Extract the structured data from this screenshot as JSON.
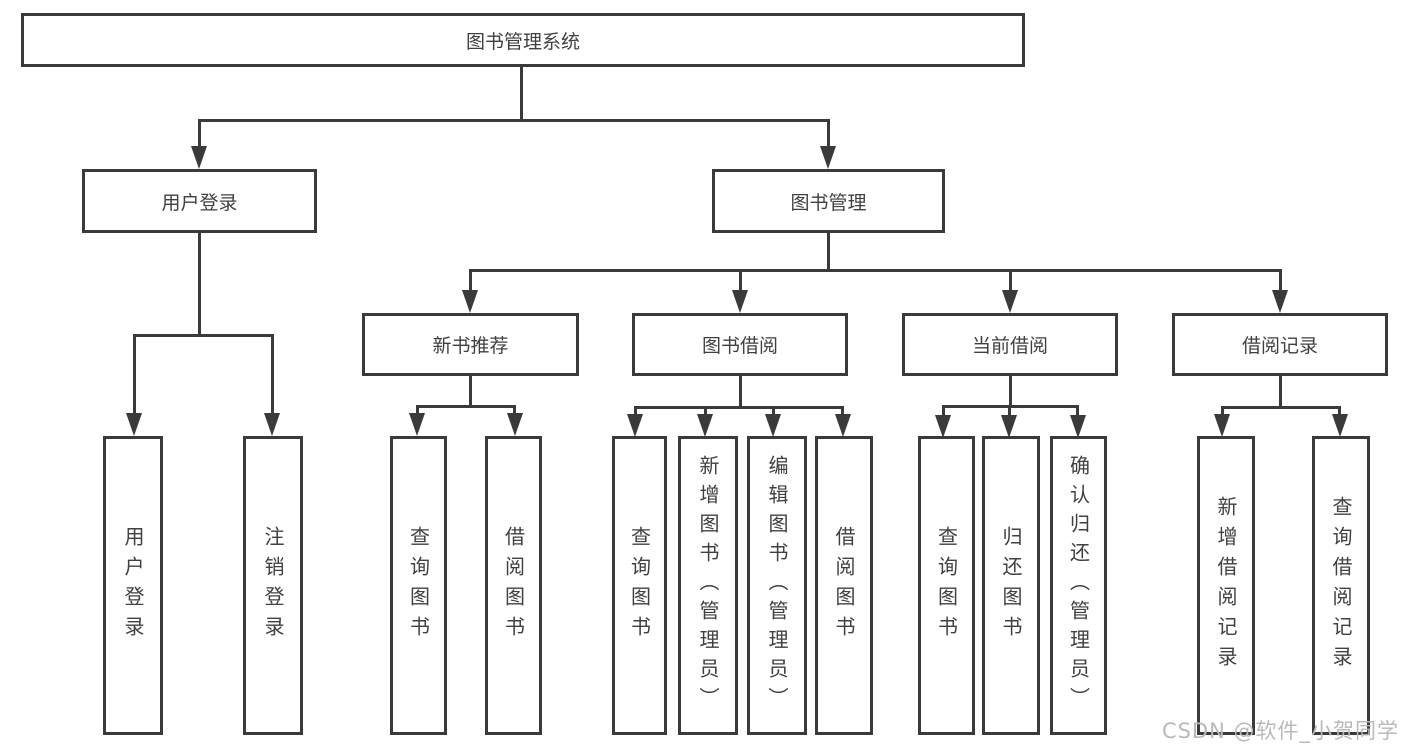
{
  "diagram": {
    "root": {
      "label": "图书管理系统"
    },
    "level2": [
      {
        "label": "用户登录",
        "children": [
          "用户登录",
          "注销登录"
        ]
      },
      {
        "label": "图书管理"
      }
    ],
    "level3": [
      {
        "label": "新书推荐",
        "children": [
          "查询图书",
          "借阅图书"
        ]
      },
      {
        "label": "图书借阅",
        "children": [
          "查询图书",
          "新增图书（管理员）",
          "编辑图书（管理员）",
          "借阅图书"
        ]
      },
      {
        "label": "当前借阅",
        "children": [
          "查询图书",
          "归还图书",
          "确认归还（管理员）"
        ]
      },
      {
        "label": "借阅记录",
        "children": [
          "新增借阅记录",
          "查询借阅记录"
        ]
      }
    ]
  },
  "watermark": {
    "text": "CSDN @软件_小贺同学"
  },
  "colors": {
    "line": "#3a3a3a",
    "text": "#404040",
    "watermark": "#b9b9b9"
  }
}
